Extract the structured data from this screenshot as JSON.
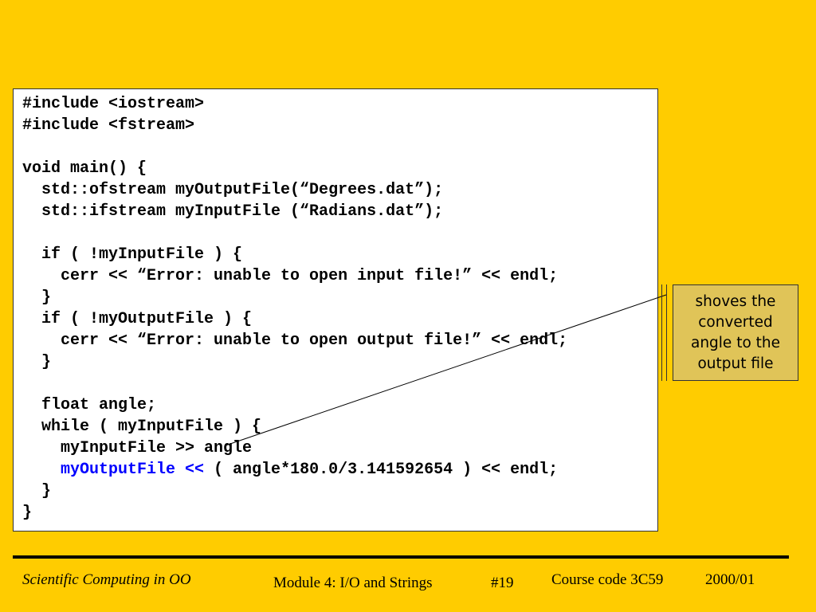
{
  "code": {
    "lines": [
      "#include <iostream>",
      "#include <fstream>",
      "",
      "void main() {",
      "  std::ofstream myOutputFile(“Degrees.dat”);",
      "  std::ifstream myInputFile (“Radians.dat”);",
      "",
      "  if ( !myInputFile ) {",
      "    cerr << “Error: unable to open input file!” << endl;",
      "  }",
      "  if ( !myOutputFile ) {",
      "    cerr << “Error: unable to open output file!” << endl;",
      "  }",
      "",
      "  float angle;",
      "  while ( myInputFile ) {",
      "    myInputFile >> angle",
      "",
      "  }",
      "}"
    ],
    "highlight_line": {
      "indent": "    ",
      "highlighted": "myOutputFile <<",
      "rest": " ( angle*180.0/3.141592654 ) << endl;",
      "highlight_color": "#0000FF"
    }
  },
  "callout": {
    "text": "shoves the converted angle to the output file"
  },
  "footer": {
    "course_title": "Scientific Computing in OO",
    "module": "Module 4:  I/O and Strings",
    "slide_number": "#19",
    "course_code": "Course code 3C59",
    "year": "2000/01"
  },
  "colors": {
    "background": "#FFCC00",
    "callout_fill": "#E0C458",
    "code_background": "#FFFFFF"
  }
}
